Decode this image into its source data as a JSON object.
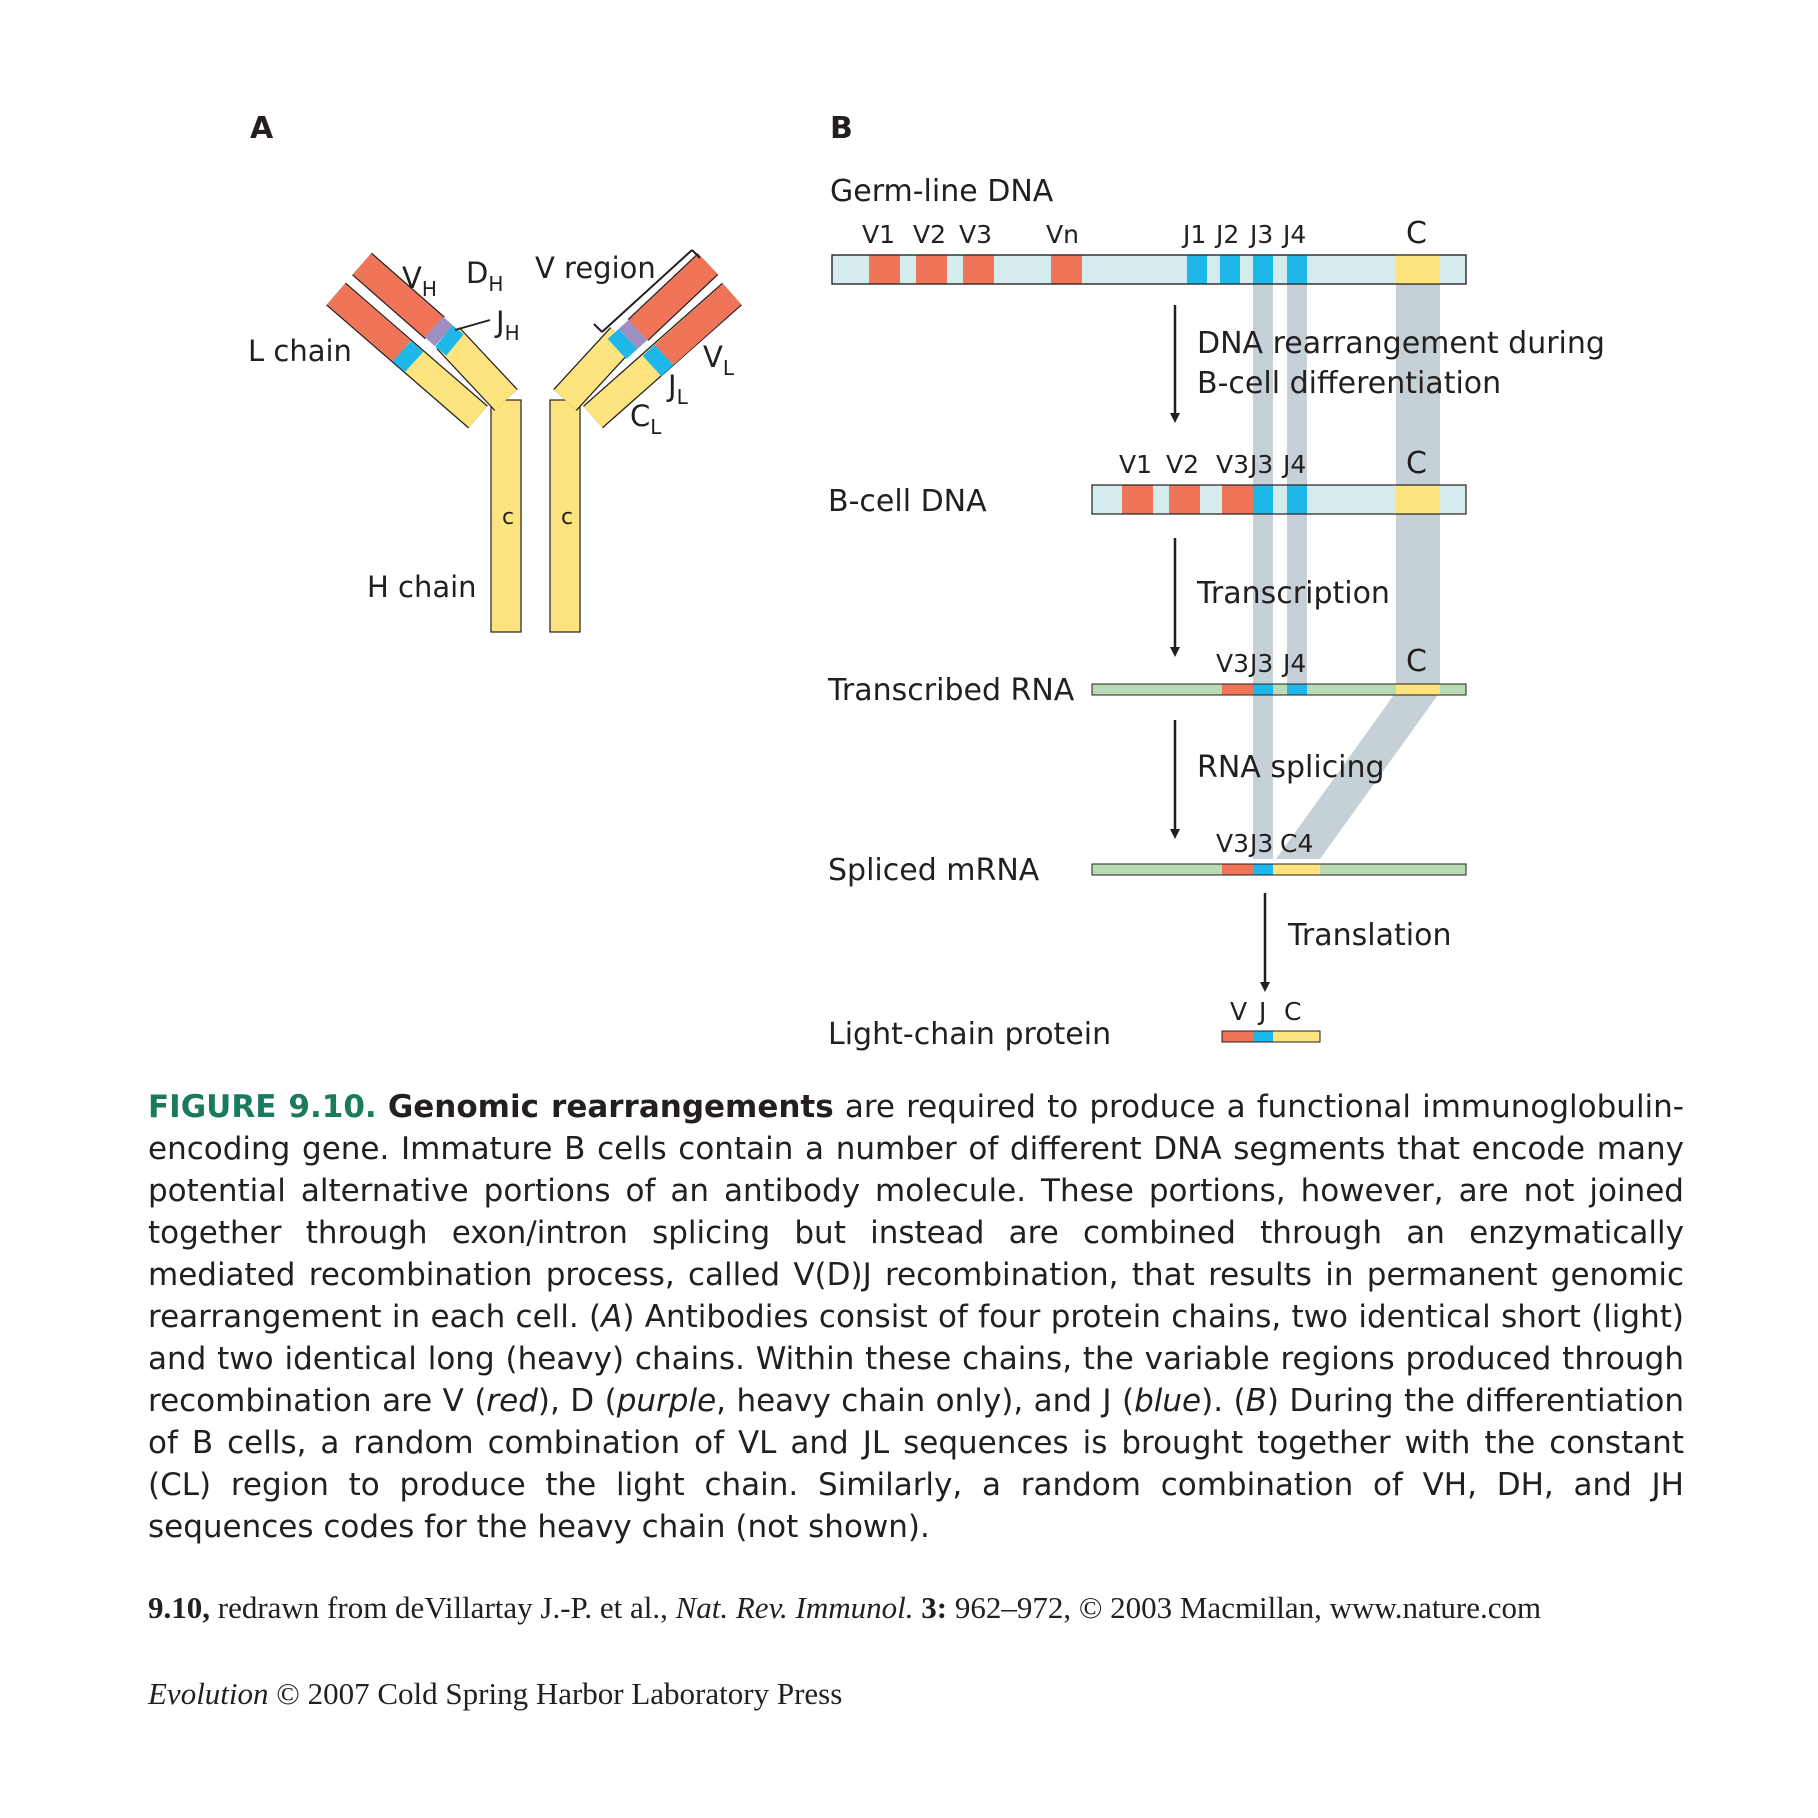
{
  "colors": {
    "v_segment": "#ef7458",
    "d_segment": "#9e8fc3",
    "j_segment": "#1eb7ea",
    "c_segment": "#fde47f",
    "dna_strand": "#d4ecee",
    "rna_strand": "#b9dcb5",
    "connector": "#c5d1d6"
  },
  "panel_a": {
    "label": "A",
    "v_h": "V",
    "v_h_sub": "H",
    "d_h": "D",
    "d_h_sub": "H",
    "j_h": "J",
    "j_h_sub": "H",
    "v_region": "V region",
    "l_chain": "L chain",
    "v_l": "V",
    "v_l_sub": "L",
    "j_l": "J",
    "j_l_sub": "L",
    "c_l": "C",
    "c_l_sub": "L",
    "c_left": "c",
    "c_right": "c",
    "h_chain": "H chain"
  },
  "panel_b": {
    "label": "B",
    "germline": {
      "title": "Germ-line DNA",
      "v1": "V1",
      "v2": "V2",
      "v3": "V3",
      "vn": "Vn",
      "j1": "J1",
      "j2": "J2",
      "j3": "J3",
      "j4": "J4",
      "c": "C"
    },
    "step_rearrangement_1": "DNA rearrangement during",
    "step_rearrangement_2": "B-cell differentiation",
    "bcell": {
      "title": "B-cell DNA",
      "v1": "V1",
      "v2": "V2",
      "v3": "V3",
      "j3": "J3",
      "j4": "J4",
      "c": "C"
    },
    "step_transcription": "Transcription",
    "rna": {
      "title": "Transcribed RNA",
      "v3": "V3",
      "j3": "J3",
      "j4": "J4",
      "c": "C"
    },
    "step_splicing": "RNA splicing",
    "mrna": {
      "title": "Spliced mRNA",
      "v3": "V3",
      "j3": "J3",
      "c4": "C4"
    },
    "step_translation": "Translation",
    "protein": {
      "title": "Light-chain protein",
      "v": "V",
      "j": "J",
      "c": "C"
    }
  },
  "caption": {
    "figure_label": "FIGURE 9.10.",
    "lead": "Genomic rearrangements",
    "p1": " are required to produce a functional immunoglobulin-encoding gene. Immature B cells contain a number of different DNA segments that encode many potential alternative portions of an antibody molecule. These portions, however, are not joined together through exon/intron splicing but instead are combined through an enzymatically mediated recombination process, called V(D)J recombination, that results in permanent genomic rearrangement in each cell. (",
    "a_ref": "A",
    "p2": ") Antibodies consist of four protein chains, two identical short (light) and two identical long (heavy) chains. Within these chains, the variable regions produced through recombination are V (",
    "red": "red",
    "p3": "), D (",
    "purple": "purple",
    "p4": ", heavy chain only), and J (",
    "blue": "blue",
    "p5": "). (",
    "b_ref": "B",
    "p6": ") During the differentiation of B cells, a random combination of VL and JL sequences is brought together with the constant (CL) region to produce the light chain. Similarly, a random combination of VH, DH, and JH sequences codes for the heavy chain (not shown)."
  },
  "credit": {
    "num": "9.10,",
    "t1": " redrawn from deVillartay J.-P. et al., ",
    "journal": "Nat. Rev. Immunol.",
    "vol": " 3:",
    "t2": " 962–972, © 2003 Macmillan, www.nature.com"
  },
  "copyright": {
    "book": "Evolution",
    "t1": " © 2007 Cold Spring Harbor Laboratory Press"
  }
}
